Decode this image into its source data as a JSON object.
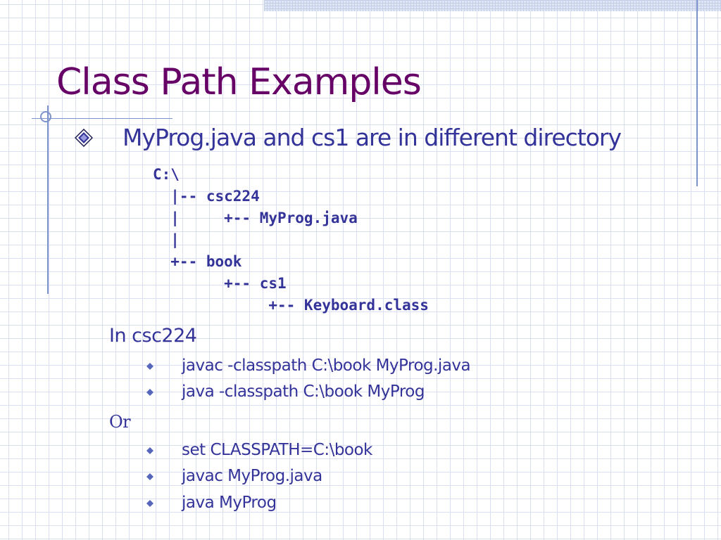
{
  "slide": {
    "title": "Class Path Examples",
    "main_bullet": "MyProg.java and cs1 are in different directory",
    "tree": [
      "C:\\",
      "  |-- csc224",
      "  |     +-- MyProg.java",
      "  |",
      "  +-- book",
      "        +-- cs1",
      "             +-- Keyboard.class"
    ],
    "section1": {
      "label": "In csc224",
      "commands": [
        "javac -classpath C:\\book MyProg.java",
        "java -classpath C:\\book MyProg"
      ]
    },
    "section2": {
      "label": "Or",
      "commands": [
        "set CLASSPATH=C:\\book",
        "javac MyProg.java",
        "java MyProg"
      ]
    }
  },
  "icons": {
    "main_bullet": "diamond-bullet-icon",
    "sub_bullet": "small-diamond-bullet-icon"
  },
  "colors": {
    "title": "#660066",
    "body_text": "#333399",
    "decoration": "#7e93cc",
    "grid": "#d9dff0"
  }
}
